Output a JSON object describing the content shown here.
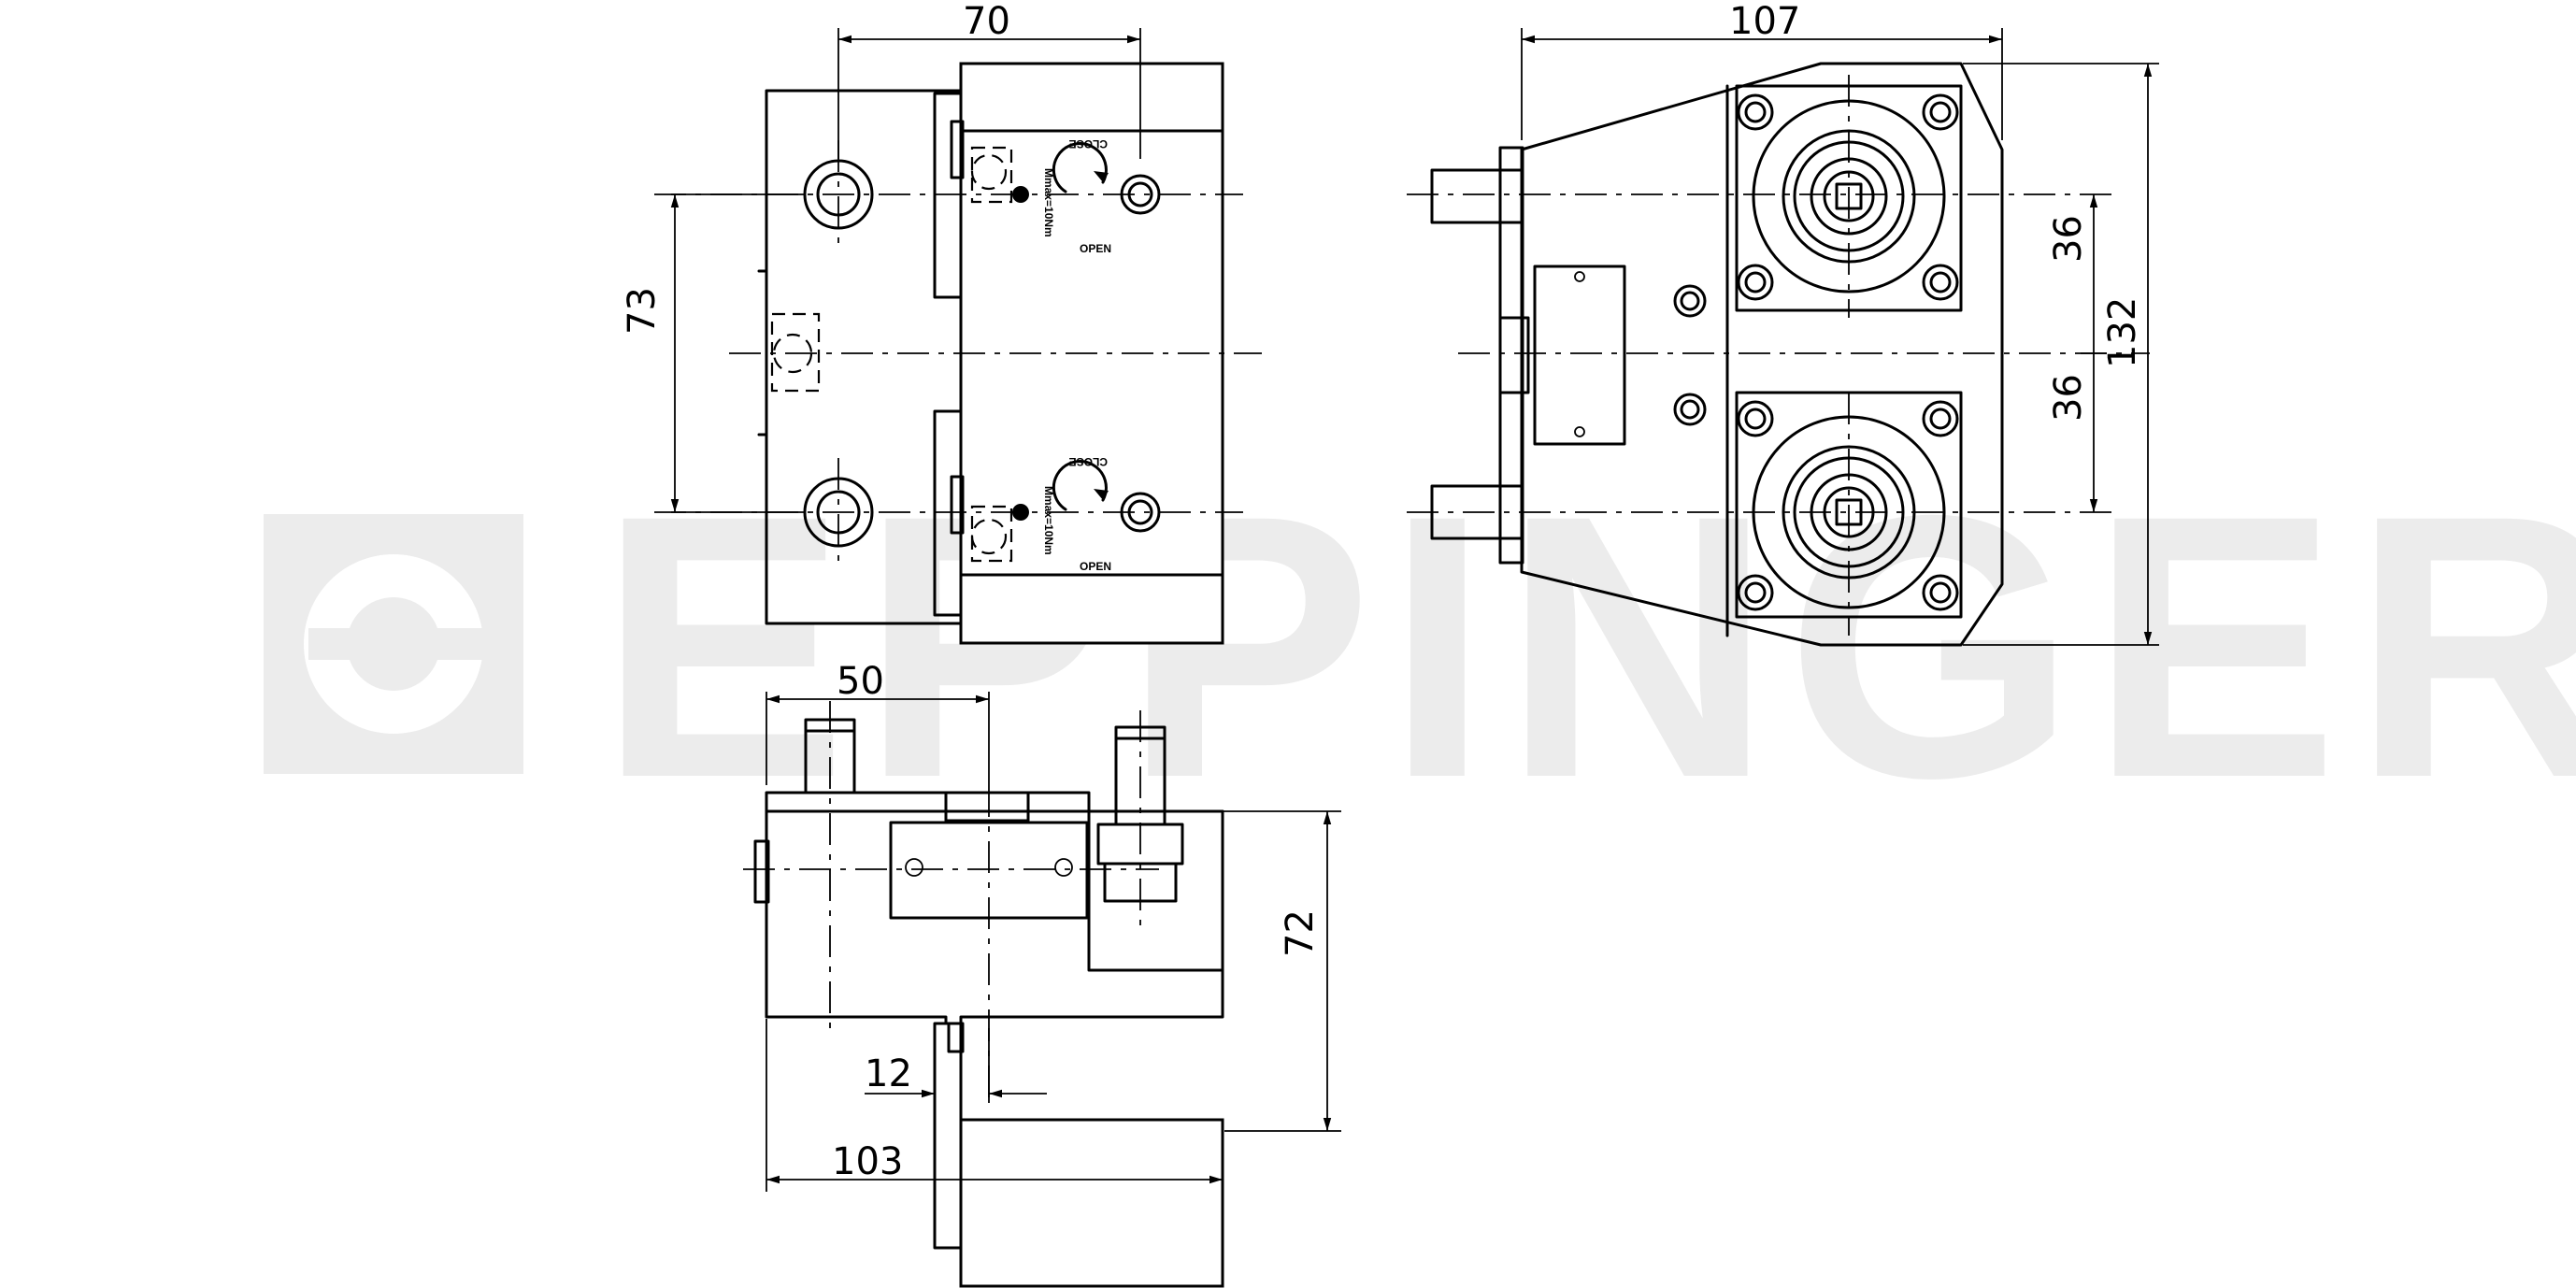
{
  "watermark": {
    "text": "EPPINGER"
  },
  "dimensions": {
    "d70": "70",
    "d107": "107",
    "d73": "73",
    "d36a": "36",
    "d36b": "36",
    "d132": "132",
    "d50": "50",
    "d72": "72",
    "d12": "12",
    "d103": "103"
  },
  "labels": {
    "close": "CLOSE",
    "open": "OPEN",
    "torque": "Mmax=10Nm"
  }
}
